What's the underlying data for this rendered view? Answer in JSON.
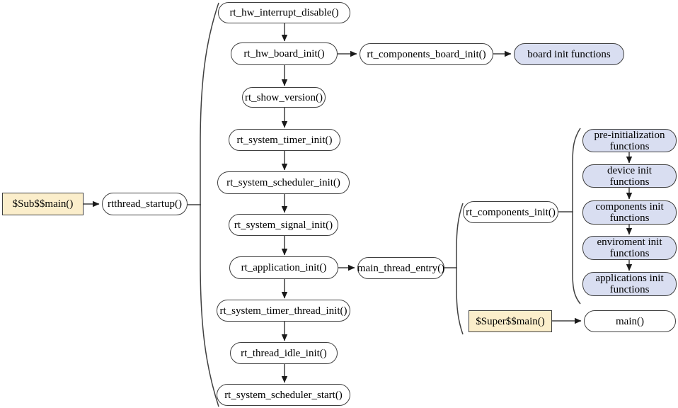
{
  "nodes": {
    "sub_main": "$Sub$$main()",
    "rtthread_startup": "rtthread_startup()",
    "rt_hw_interrupt_disable": "rt_hw_interrupt_disable()",
    "rt_hw_board_init": "rt_hw_board_init()",
    "rt_components_board_init": "rt_components_board_init()",
    "board_init_functions": "board init functions",
    "rt_show_version": "rt_show_version()",
    "rt_system_timer_init": "rt_system_timer_init()",
    "rt_system_scheduler_init": "rt_system_scheduler_init()",
    "rt_system_signal_init": "rt_system_signal_init()",
    "rt_application_init": "rt_application_init()",
    "main_thread_entry": "main_thread_entry()",
    "rt_components_init": "rt_components_init()",
    "pre_initialization_functions": "pre-initialization functions",
    "device_init_functions": "device init functions",
    "components_init_functions": "components init functions",
    "enviroment_init_functions": "enviroment init functions",
    "applications_init_functions": "applications init functions",
    "super_main": "$Super$$main()",
    "main": "main()",
    "rt_system_timer_thread_init": "rt_system_timer_thread_init()",
    "rt_thread_idle_init": "rt_thread_idle_init()",
    "rt_system_scheduler_start": "rt_system_scheduler_start()"
  },
  "colors": {
    "background": "#ffffff",
    "node_fill": "#ffffff",
    "node_border": "#404040",
    "connector": "#404040",
    "arrowhead": "#1a1a1a",
    "highlight_fill": "#fbeecb",
    "group_fill": "#d9def1"
  }
}
